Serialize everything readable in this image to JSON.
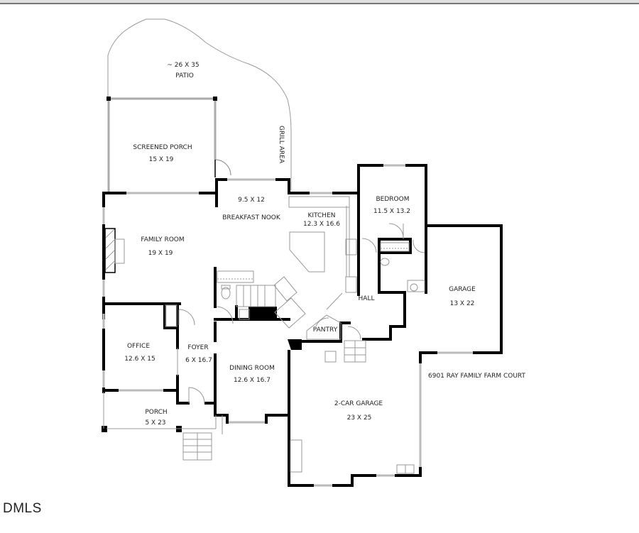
{
  "header": {
    "bar": "top-border"
  },
  "floorplan": {
    "rooms": [
      {
        "id": "patio",
        "name": "PATIO",
        "size": "~ 26 X 35"
      },
      {
        "id": "screened-porch",
        "name": "SCREENED PORCH",
        "size": "15 X 19"
      },
      {
        "id": "grill-area",
        "name": "GRILL AREA",
        "size": ""
      },
      {
        "id": "breakfast-nook",
        "name": "BREAKFAST NOOK",
        "size": "9.5 X 12"
      },
      {
        "id": "kitchen",
        "name": "KITCHEN",
        "size": "12.3 X 16.6"
      },
      {
        "id": "bedroom",
        "name": "BEDROOM",
        "size": "11.5 X 13.2"
      },
      {
        "id": "family-room",
        "name": "FAMILY ROOM",
        "size": "19 X 19"
      },
      {
        "id": "garage",
        "name": "GARAGE",
        "size": "13 X 22"
      },
      {
        "id": "hall",
        "name": "HALL",
        "size": ""
      },
      {
        "id": "pantry",
        "name": "PANTRY",
        "size": ""
      },
      {
        "id": "office",
        "name": "OFFICE",
        "size": "12.6 X 15"
      },
      {
        "id": "foyer",
        "name": "FOYER",
        "size": "6 X 16.7"
      },
      {
        "id": "dining-room",
        "name": "DINING ROOM",
        "size": "12.6 X 16.7"
      },
      {
        "id": "two-car-garage",
        "name": "2-CAR GARAGE",
        "size": "23 X 25"
      },
      {
        "id": "porch",
        "name": "PORCH",
        "size": "5 X 23"
      }
    ],
    "address": "6901 RAY FAMILY FARM COURT"
  },
  "footer": {
    "logo": "DMLS"
  }
}
